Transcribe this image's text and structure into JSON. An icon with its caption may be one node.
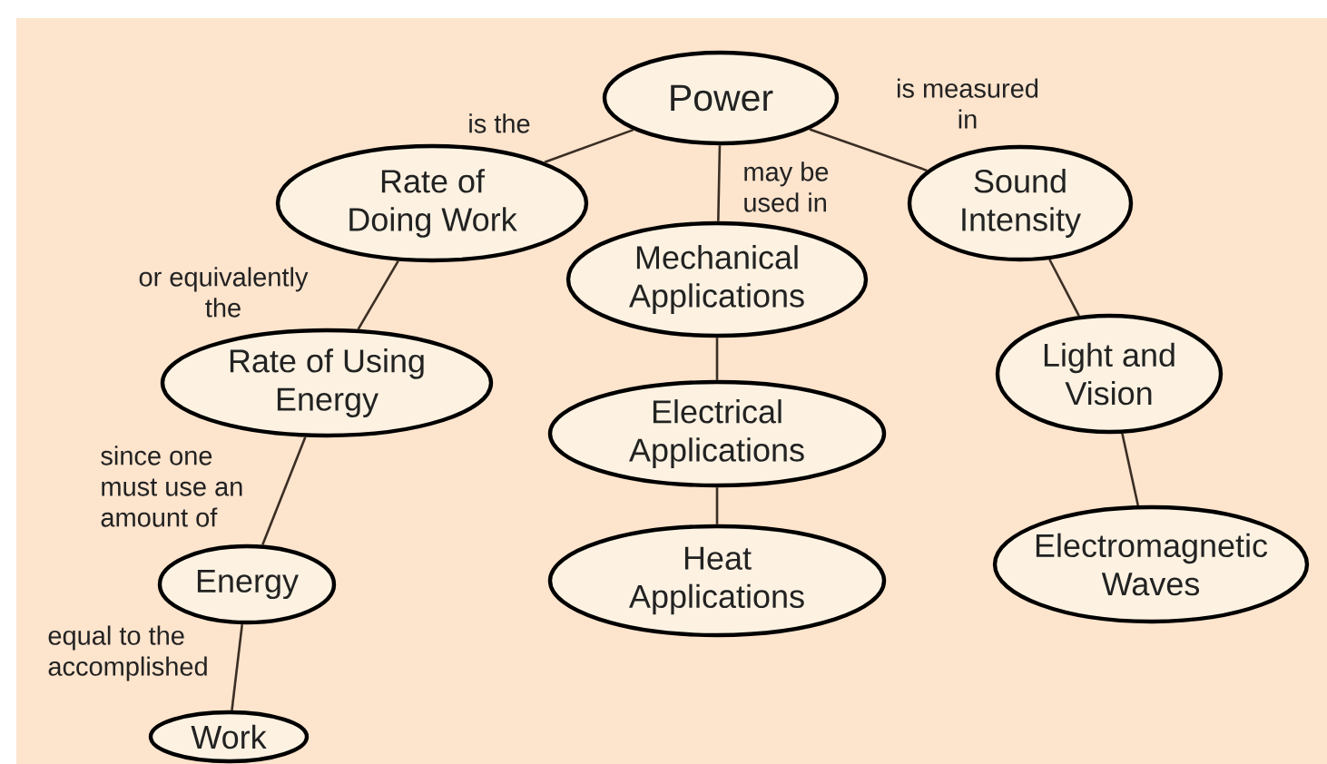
{
  "diagram": {
    "nodes": [
      {
        "text": [
          "Power"
        ]
      },
      {
        "text": [
          "Rate of Doing Work"
        ]
      },
      {
        "text": [
          "Rate of Using Energy"
        ]
      },
      {
        "text": [
          "Energy"
        ]
      },
      {
        "text": [
          "Work"
        ]
      },
      {
        "text": [
          "Mechanical Applications"
        ]
      },
      {
        "text": [
          "Electrical Applications"
        ]
      },
      {
        "text": [
          "Heat Applications"
        ]
      },
      {
        "text": [
          "Sound Intensity"
        ]
      },
      {
        "text": [
          "Light and Vision"
        ]
      },
      {
        "text": [
          "Electromagnetic Waves"
        ]
      }
    ],
    "edges": [
      {
        "from": 0,
        "to": 1,
        "arrow": "none",
        "label": "is the"
      },
      {
        "from": 0,
        "to": 5,
        "arrow": "none",
        "label": "may be used in"
      },
      {
        "from": 0,
        "to": 8,
        "arrow": "none",
        "label": "is measured in"
      },
      {
        "from": 1,
        "to": 2,
        "arrow": "none",
        "label": "or equivalently the"
      },
      {
        "from": 2,
        "to": 3,
        "arrow": "none",
        "label": "since one must use an amount of"
      },
      {
        "from": 3,
        "to": 4,
        "arrow": "none",
        "label": "equal to the accomplished"
      },
      {
        "from": 5,
        "to": 6,
        "arrow": "none"
      },
      {
        "from": 6,
        "to": 7,
        "arrow": "none"
      },
      {
        "from": 8,
        "to": 9,
        "arrow": "none"
      },
      {
        "from": 9,
        "to": 10,
        "arrow": "none"
      }
    ]
  }
}
